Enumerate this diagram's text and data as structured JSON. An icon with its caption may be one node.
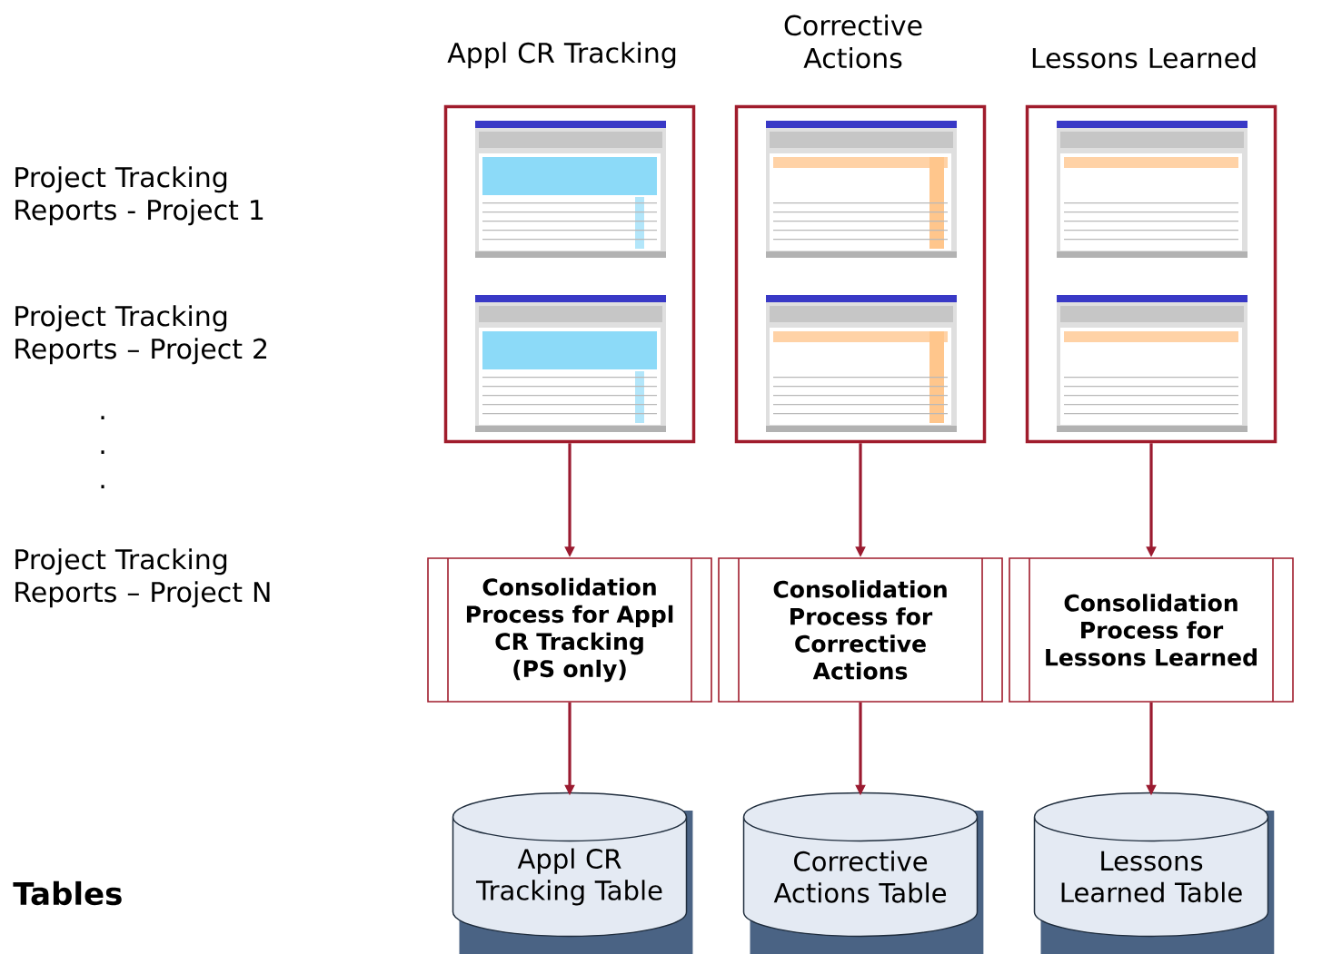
{
  "diagram": {
    "nodes": [
      {
        "text": [
          "Appl CR Tracking"
        ]
      },
      {
        "text": [
          "Corrective Actions"
        ]
      },
      {
        "text": [
          "Lessons Learned"
        ]
      },
      {
        "text": [
          "Consolidation Process for Appl CR Tracking (PS only)"
        ]
      },
      {
        "text": [
          "Consolidation Process for Corrective Actions"
        ]
      },
      {
        "text": [
          "Consolidation Process for Lessons Learned"
        ]
      },
      {
        "text": [
          "Appl CR Tracking Table"
        ]
      },
      {
        "text": [
          "Corrective Actions Table"
        ]
      },
      {
        "text": [
          "Lessons Learned Table"
        ]
      }
    ],
    "edges": [
      {
        "from": 0,
        "to": 3,
        "arrow": "to"
      },
      {
        "from": 1,
        "to": 4,
        "arrow": "to"
      },
      {
        "from": 2,
        "to": 5,
        "arrow": "to"
      },
      {
        "from": 3,
        "to": 6,
        "arrow": "to"
      },
      {
        "from": 4,
        "to": 7,
        "arrow": "to"
      },
      {
        "from": 5,
        "to": 8,
        "arrow": "to"
      }
    ],
    "labels": [
      "Project Tracking Reports - Project 1",
      "Project Tracking Reports – Project 2",
      ".",
      ".",
      ".",
      "Project Tracking Reports – Project N",
      "Tables"
    ]
  }
}
